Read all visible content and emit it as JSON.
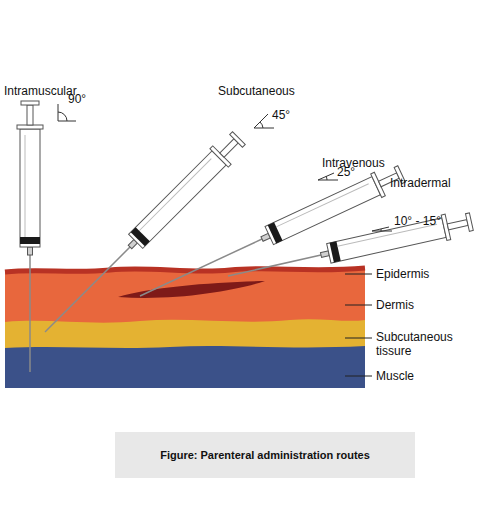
{
  "diagram": {
    "caption": "Figure: Parenteral administration routes",
    "labels": [
      "Intramuscular",
      "90°",
      "Subcutaneous",
      "45°",
      "Intravenous",
      "25°",
      "Intradermal",
      "10° - 15°",
      "Epidermis",
      "Dermis",
      "Subcutaneous tissure",
      "Muscle"
    ]
  }
}
